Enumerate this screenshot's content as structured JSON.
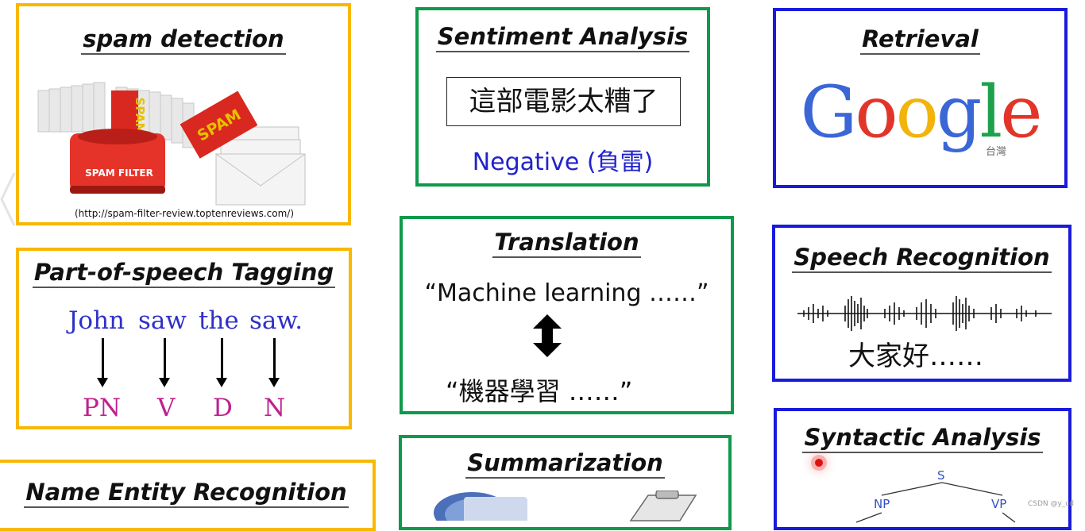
{
  "cards": {
    "spam": {
      "title": "spam detection",
      "filter_label": "SPAM FILTER",
      "paper_label": "SPAM",
      "tag_label": "SPAM",
      "source": "(http://spam-filter-review.toptenreviews.com/)"
    },
    "sentiment": {
      "title": "Sentiment Analysis",
      "sentence": "這部電影太糟了",
      "label": "Negative (負雷)"
    },
    "retrieval": {
      "title": "Retrieval",
      "logo_letters": [
        "G",
        "o",
        "o",
        "g",
        "l",
        "e"
      ],
      "logo_colors": [
        "#3a66d6",
        "#e2352a",
        "#f2b30a",
        "#3a66d6",
        "#1ea14d",
        "#e2352a"
      ],
      "region": "台灣"
    },
    "pos": {
      "title": "Part-of-speech Tagging",
      "words": [
        "John",
        "saw",
        "the",
        "saw."
      ],
      "tags": [
        "PN",
        "V",
        "D",
        "N"
      ],
      "word_color": "#3030c8",
      "tag_color": "#c0208e"
    },
    "translation": {
      "title": "Translation",
      "source": "“Machine learning ……”",
      "target": "“機器學習 ……”"
    },
    "speech": {
      "title": "Speech Recognition",
      "transcript": "大家好……"
    },
    "ner": {
      "title": "Name Entity Recognition"
    },
    "summarization": {
      "title": "Summarization"
    },
    "syntactic": {
      "title": "Syntactic Analysis",
      "nodes": [
        "S",
        "NP",
        "VP"
      ]
    }
  },
  "watermark": "CSDN @y_cd"
}
